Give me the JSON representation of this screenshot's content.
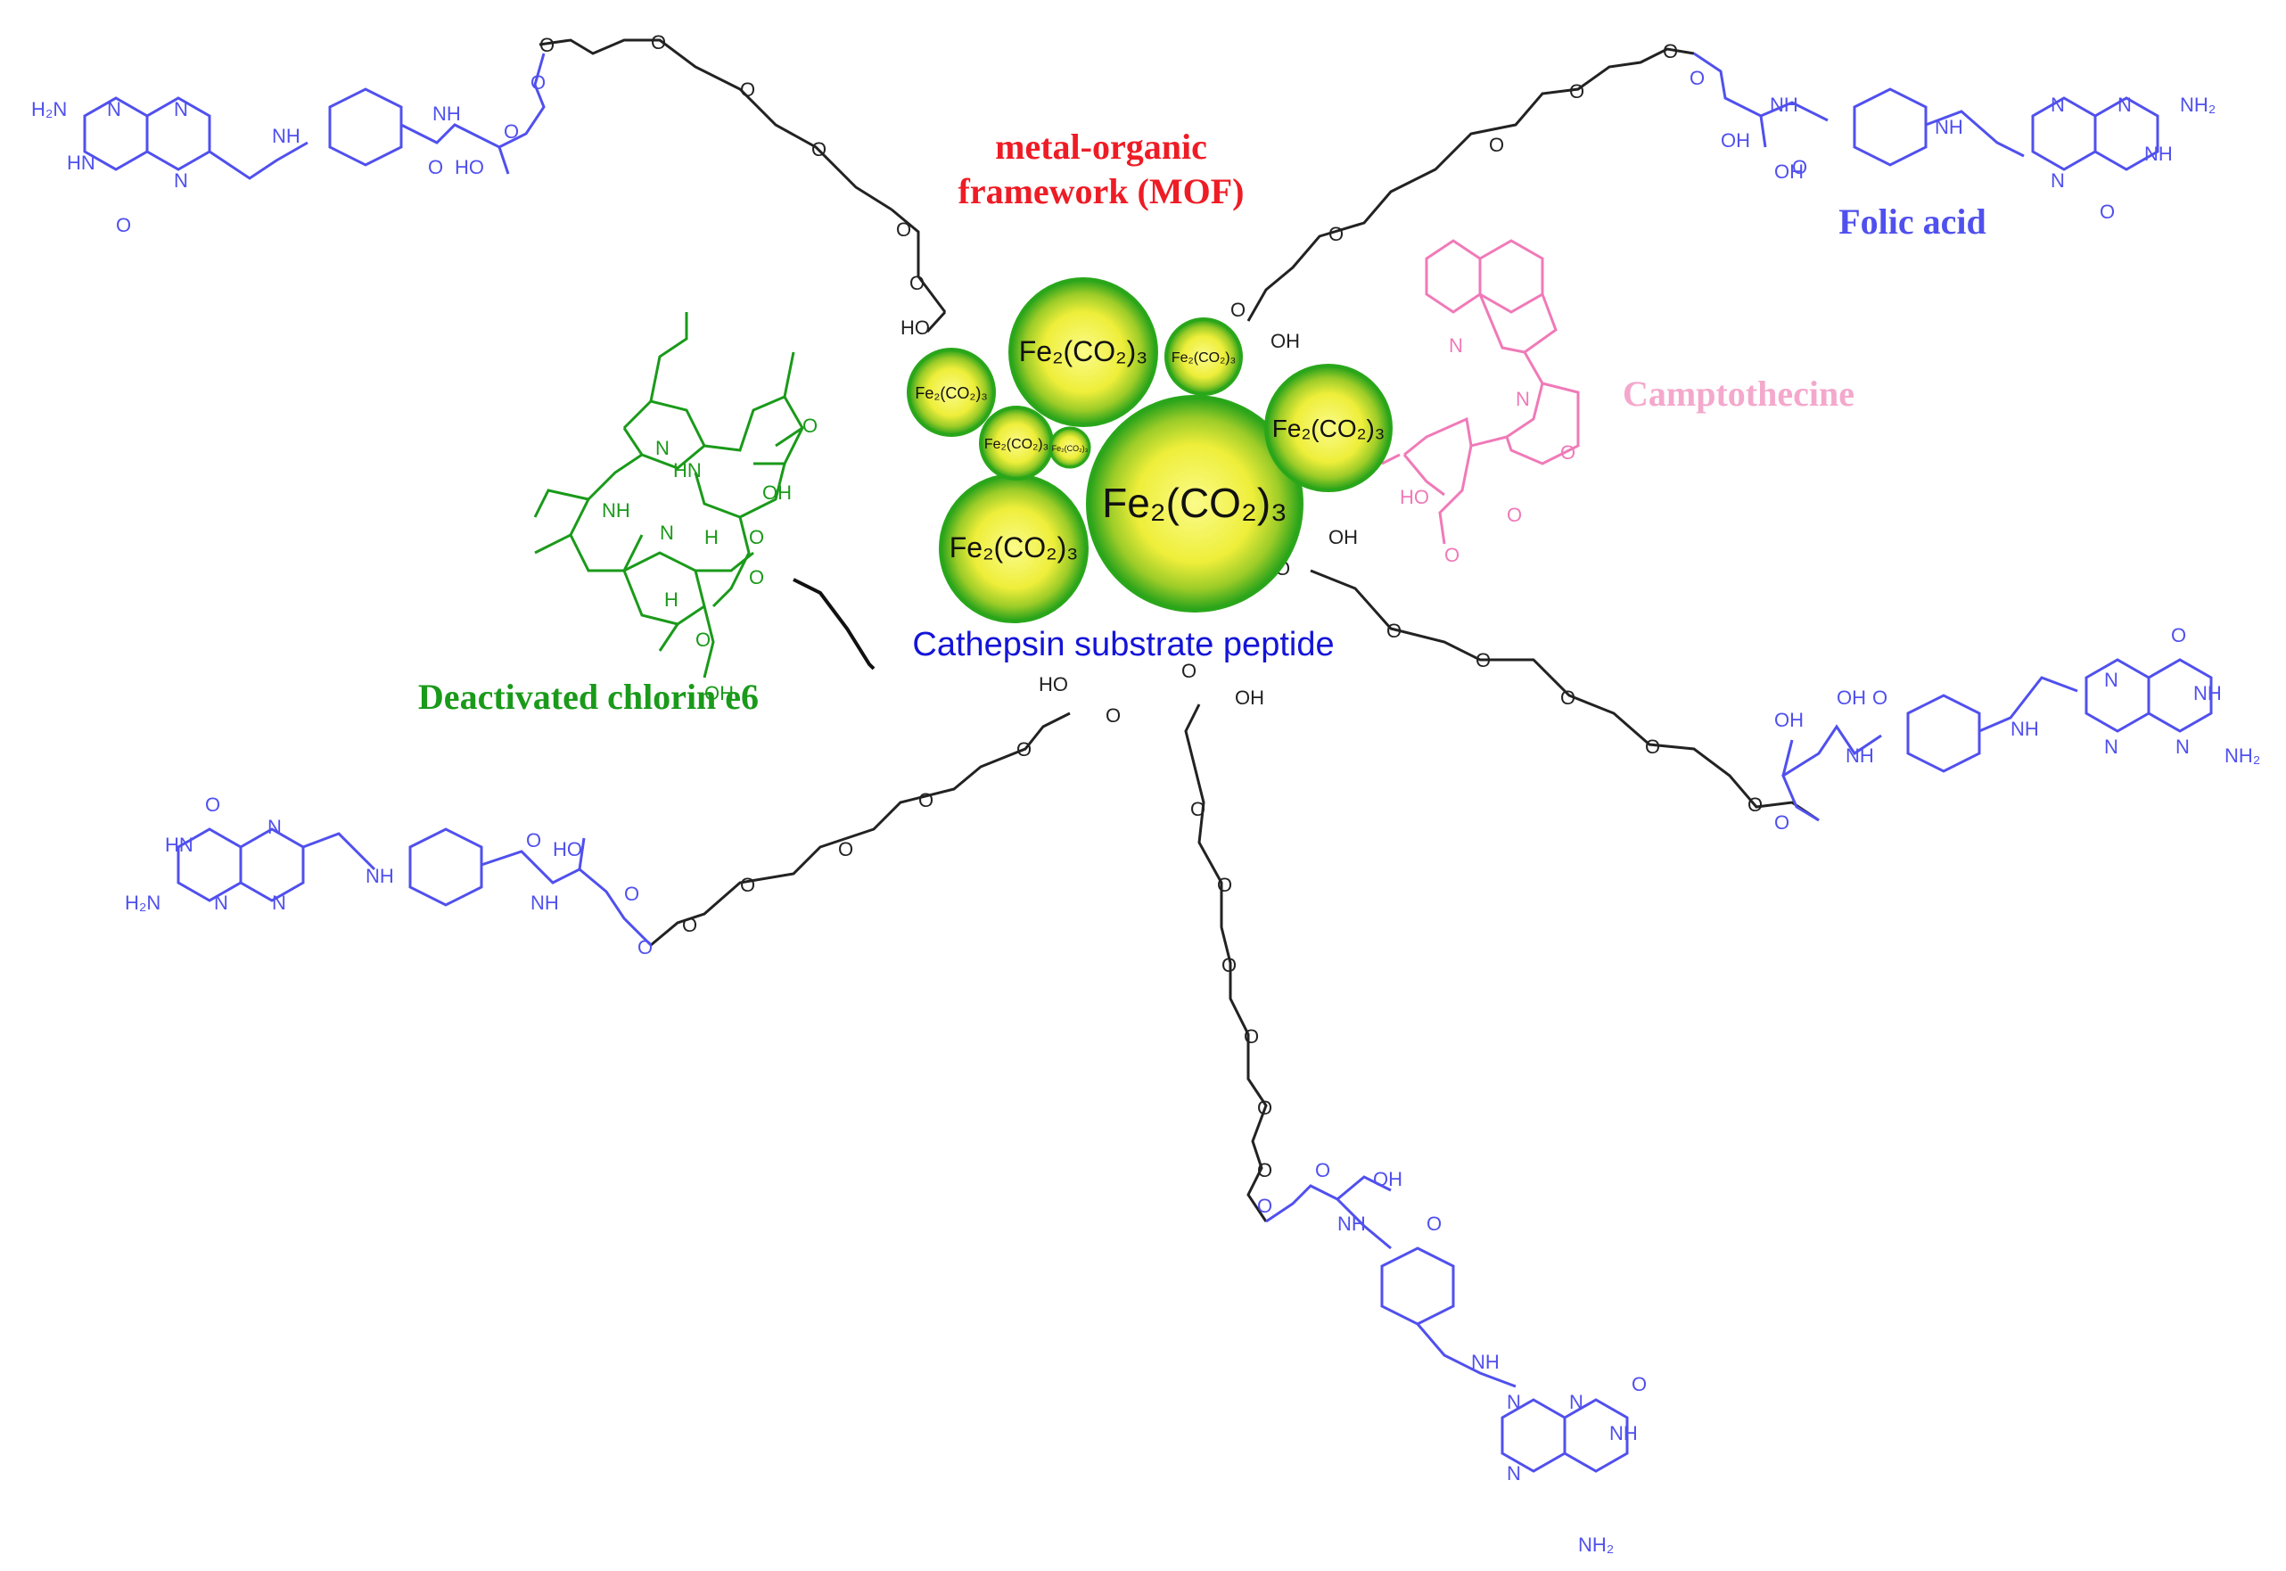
{
  "labels": {
    "mof_line1": "metal-organic",
    "mof_line2": "framework (MOF)",
    "folic": "Folic acid",
    "campto": "Camptothecine",
    "chlorin": "Deactivated chlorin e6",
    "peptide": "Cathepsin substrate peptide"
  },
  "particles": [
    {
      "text": "Fe₂(CO₂)₃",
      "size": "large"
    },
    {
      "text": "Fe₂(CO₂)₃",
      "size": "medium"
    },
    {
      "text": "Fe₂(CO₂)₃",
      "size": "medium"
    },
    {
      "text": "Fe₂(CO₂)₃",
      "size": "medium"
    },
    {
      "text": "Fe₂(CO₂)₃",
      "size": "small"
    },
    {
      "text": "Fe₂(CO₂)₃",
      "size": "small"
    },
    {
      "text": "Fe₂(CO₂)₃",
      "size": "small"
    },
    {
      "text": "Fe₂(CO₂)₃",
      "size": "tiny"
    }
  ],
  "atoms": {
    "o": "O",
    "oh": "OH",
    "ho": "HO",
    "nh": "NH",
    "n": "N",
    "h": "H",
    "nh2": "NH₂",
    "h2n": "H₂N",
    "hn": "HN"
  },
  "colors": {
    "mof": "#ee1c25",
    "folate": "#5050ee",
    "camptothecine": "#f07ab8",
    "chlorin": "#1a9a1a",
    "peptide": "#1414d8",
    "peg": "#222222",
    "particle_core": "#f4f264",
    "particle_rim": "#2aa61a"
  }
}
